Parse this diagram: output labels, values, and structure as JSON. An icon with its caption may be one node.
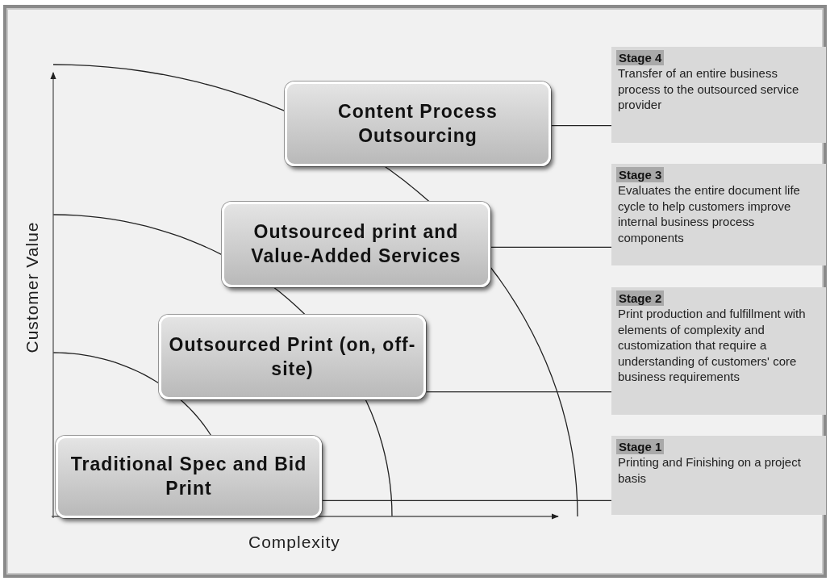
{
  "diagram": {
    "nodes": [
      {
        "text": [
          "Content Process Outsourcing"
        ]
      },
      {
        "text": [
          "Outsourced print and Value-Added Services"
        ]
      },
      {
        "text": [
          "Outsourced Print (on, off-site)"
        ]
      },
      {
        "text": [
          "Traditional Spec and Bid Print"
        ]
      },
      {
        "text": [
          "Stage 4",
          "Transfer of an entire business process to the outsourced service provider"
        ]
      },
      {
        "text": [
          "Stage 3",
          "Evaluates the entire document life cycle to help customers improve internal business process components"
        ]
      },
      {
        "text": [
          "Stage 2",
          "Print production and fulfillment with elements of complexity and customization that require a understanding of customers' core business requirements"
        ]
      },
      {
        "text": [
          "Stage 1",
          "Printing and Finishing on a project basis"
        ]
      }
    ],
    "edges": [
      {
        "from": 0,
        "to": 4,
        "arrow": "none"
      },
      {
        "from": 1,
        "to": 5,
        "arrow": "none"
      },
      {
        "from": 2,
        "to": 6,
        "arrow": "none"
      },
      {
        "from": 3,
        "to": 7,
        "arrow": "none"
      }
    ],
    "labels": [
      "Customer Value",
      "Complexity"
    ]
  }
}
